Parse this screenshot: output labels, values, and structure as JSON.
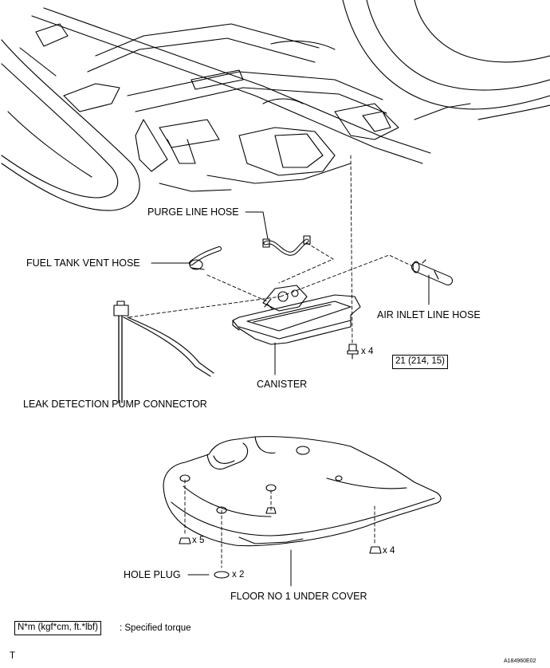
{
  "labels": {
    "purge_line_hose": "PURGE LINE HOSE",
    "fuel_tank_vent_hose": "FUEL TANK VENT HOSE",
    "air_inlet_line_hose": "AIR INLET LINE HOSE",
    "canister": "CANISTER",
    "leak_detection_pump_connector": "LEAK DETECTION PUMP CONNECTOR",
    "hole_plug": "HOLE PLUG",
    "floor_under_cover": "FLOOR NO  1 UNDER COVER"
  },
  "quantities": {
    "canister_bolts": "x 4",
    "cover_left_bolts": "x 5",
    "cover_right_bolts": "x 4",
    "hole_plugs": "x 2"
  },
  "torque": {
    "canister_bolt_torque": "21 (214, 15)",
    "legend_units": "N*m (kgf*cm, ft.*lbf)",
    "legend_text": ": Specified torque"
  },
  "footer": {
    "corner_mark": "T",
    "figure_id": "A184960E02"
  }
}
